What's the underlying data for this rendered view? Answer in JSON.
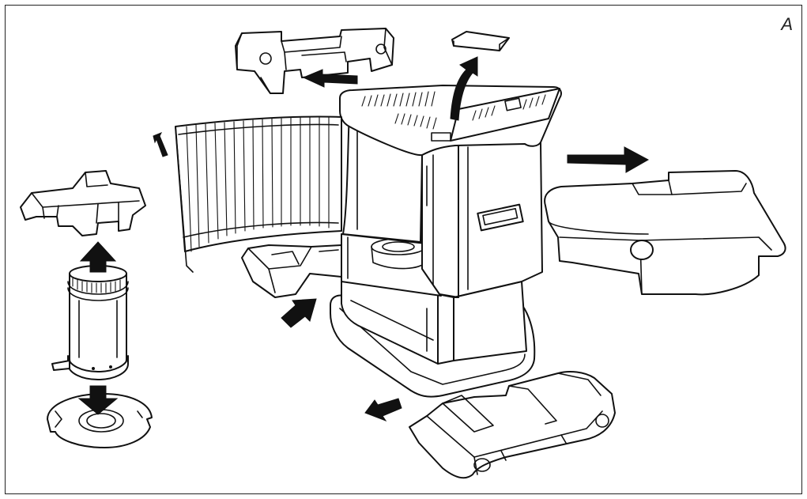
{
  "figure": {
    "letter": "A",
    "ink_color": "#111111",
    "background": "#ffffff"
  },
  "parts": [
    {
      "id": "heater-body",
      "icon": "heater-cabinet-icon"
    },
    {
      "id": "top-grille-lid",
      "icon": "hinged-lid-icon"
    },
    {
      "id": "top-cap",
      "icon": "small-cap-icon"
    },
    {
      "id": "rear-top-bracket",
      "icon": "bracket-icon"
    },
    {
      "id": "front-guard-grille",
      "icon": "curved-grille-icon"
    },
    {
      "id": "side-cover",
      "icon": "cover-panel-icon"
    },
    {
      "id": "base-tray",
      "icon": "tray-icon"
    },
    {
      "id": "drip-tray",
      "icon": "small-tray-icon"
    },
    {
      "id": "burner-frame",
      "icon": "burner-frame-icon"
    },
    {
      "id": "wick-cylinder",
      "icon": "cylinder-icon"
    },
    {
      "id": "wick-base-plate",
      "icon": "base-plate-icon"
    }
  ],
  "arrows": [
    {
      "id": "arrow-up-cap",
      "direction": "up"
    },
    {
      "id": "arrow-left-bracket",
      "direction": "left"
    },
    {
      "id": "arrow-right-cover",
      "direction": "right"
    },
    {
      "id": "arrow-upleft-grille",
      "direction": "up-left"
    },
    {
      "id": "arrow-upright-tray",
      "direction": "up-right"
    },
    {
      "id": "arrow-downleft-base",
      "direction": "down-left"
    },
    {
      "id": "arrow-up-cylinder",
      "direction": "up"
    },
    {
      "id": "arrow-down-plate",
      "direction": "down"
    }
  ]
}
